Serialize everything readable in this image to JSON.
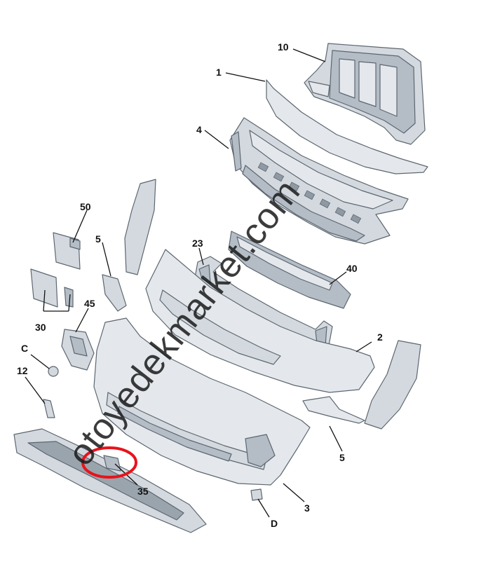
{
  "labels": {
    "l10": "10",
    "l1": "1",
    "l4": "4",
    "l50": "50",
    "l5a": "5",
    "l23": "23",
    "l40": "40",
    "l45": "45",
    "l30": "30",
    "lC": "C",
    "l2": "2",
    "l12": "12",
    "l5b": "5",
    "l35": "35",
    "l3": "3",
    "lD": "D"
  },
  "watermark": "otoyedekmarket.com",
  "highlight_color": "#e8131b"
}
